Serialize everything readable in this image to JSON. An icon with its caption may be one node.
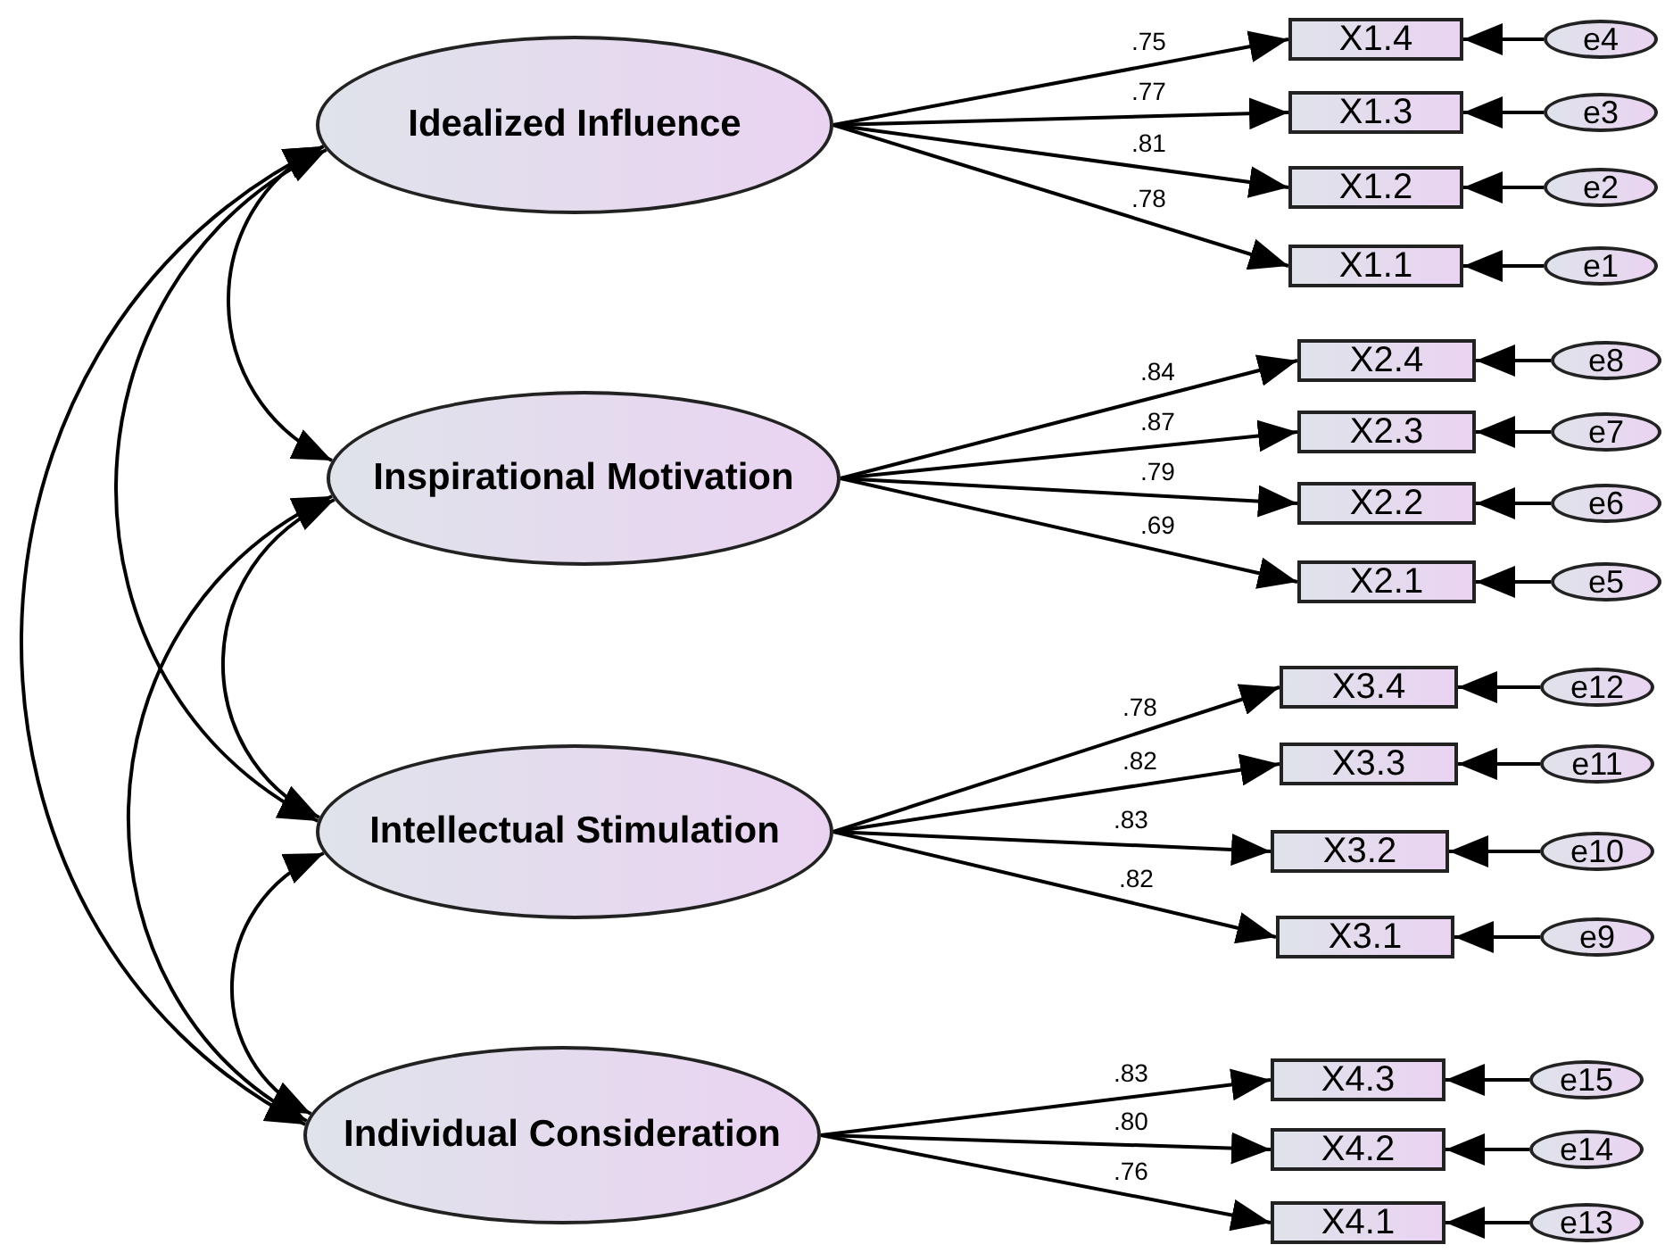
{
  "diagram": {
    "nodes": [
      {
        "text": [
          "Idealized Influence"
        ]
      },
      {
        "text": [
          "X1.4"
        ]
      },
      {
        "text": [
          "e4"
        ]
      },
      {
        "text": [
          "X1.3"
        ]
      },
      {
        "text": [
          "e3"
        ]
      },
      {
        "text": [
          "X1.2"
        ]
      },
      {
        "text": [
          "e2"
        ]
      },
      {
        "text": [
          "X1.1"
        ]
      },
      {
        "text": [
          "e1"
        ]
      },
      {
        "text": [
          "Inspirational Motivation"
        ]
      },
      {
        "text": [
          "X2.4"
        ]
      },
      {
        "text": [
          "e8"
        ]
      },
      {
        "text": [
          "X2.3"
        ]
      },
      {
        "text": [
          "e7"
        ]
      },
      {
        "text": [
          "X2.2"
        ]
      },
      {
        "text": [
          "e6"
        ]
      },
      {
        "text": [
          "X2.1"
        ]
      },
      {
        "text": [
          "e5"
        ]
      },
      {
        "text": [
          "Intellectual Stimulation"
        ]
      },
      {
        "text": [
          "X3.4"
        ]
      },
      {
        "text": [
          "e12"
        ]
      },
      {
        "text": [
          "X3.3"
        ]
      },
      {
        "text": [
          "e11"
        ]
      },
      {
        "text": [
          "X3.2"
        ]
      },
      {
        "text": [
          "e10"
        ]
      },
      {
        "text": [
          "X3.1"
        ]
      },
      {
        "text": [
          "e9"
        ]
      },
      {
        "text": [
          "Individual Consideration"
        ]
      },
      {
        "text": [
          "X4.3"
        ]
      },
      {
        "text": [
          "e15"
        ]
      },
      {
        "text": [
          "X4.2"
        ]
      },
      {
        "text": [
          "e14"
        ]
      },
      {
        "text": [
          "X4.1"
        ]
      },
      {
        "text": [
          "e13"
        ]
      }
    ],
    "edges": [
      {
        "from": 0,
        "to": 1,
        "arrow": "to",
        "label": ".75"
      },
      {
        "from": 2,
        "to": 1,
        "arrow": "to"
      },
      {
        "from": 0,
        "to": 3,
        "arrow": "to",
        "label": ".77"
      },
      {
        "from": 4,
        "to": 3,
        "arrow": "to"
      },
      {
        "from": 0,
        "to": 5,
        "arrow": "to",
        "label": ".81"
      },
      {
        "from": 6,
        "to": 5,
        "arrow": "to"
      },
      {
        "from": 0,
        "to": 7,
        "arrow": "to",
        "label": ".78"
      },
      {
        "from": 8,
        "to": 7,
        "arrow": "to"
      },
      {
        "from": 9,
        "to": 10,
        "arrow": "to",
        "label": ".84"
      },
      {
        "from": 11,
        "to": 10,
        "arrow": "to"
      },
      {
        "from": 9,
        "to": 12,
        "arrow": "to",
        "label": ".87"
      },
      {
        "from": 13,
        "to": 12,
        "arrow": "to"
      },
      {
        "from": 9,
        "to": 14,
        "arrow": "to",
        "label": ".79"
      },
      {
        "from": 15,
        "to": 14,
        "arrow": "to"
      },
      {
        "from": 9,
        "to": 16,
        "arrow": "to",
        "label": ".69"
      },
      {
        "from": 17,
        "to": 16,
        "arrow": "to"
      },
      {
        "from": 18,
        "to": 19,
        "arrow": "to",
        "label": ".78"
      },
      {
        "from": 20,
        "to": 19,
        "arrow": "to"
      },
      {
        "from": 18,
        "to": 21,
        "arrow": "to",
        "label": ".82"
      },
      {
        "from": 22,
        "to": 21,
        "arrow": "to"
      },
      {
        "from": 18,
        "to": 23,
        "arrow": "to",
        "label": ".83"
      },
      {
        "from": 24,
        "to": 23,
        "arrow": "to"
      },
      {
        "from": 18,
        "to": 25,
        "arrow": "to",
        "label": ".82"
      },
      {
        "from": 26,
        "to": 25,
        "arrow": "to"
      },
      {
        "from": 27,
        "to": 28,
        "arrow": "to",
        "label": ".83"
      },
      {
        "from": 29,
        "to": 28,
        "arrow": "to"
      },
      {
        "from": 27,
        "to": 30,
        "arrow": "to",
        "label": ".80"
      },
      {
        "from": 31,
        "to": 30,
        "arrow": "to"
      },
      {
        "from": 27,
        "to": 32,
        "arrow": "to",
        "label": ".76"
      },
      {
        "from": 33,
        "to": 32,
        "arrow": "to"
      },
      {
        "from": 0,
        "to": 9,
        "arrow": "both"
      },
      {
        "from": 9,
        "to": 18,
        "arrow": "both"
      },
      {
        "from": 18,
        "to": 27,
        "arrow": "both"
      },
      {
        "from": 0,
        "to": 18,
        "arrow": "both"
      },
      {
        "from": 9,
        "to": 27,
        "arrow": "both"
      },
      {
        "from": 0,
        "to": 27,
        "arrow": "both"
      }
    ]
  }
}
